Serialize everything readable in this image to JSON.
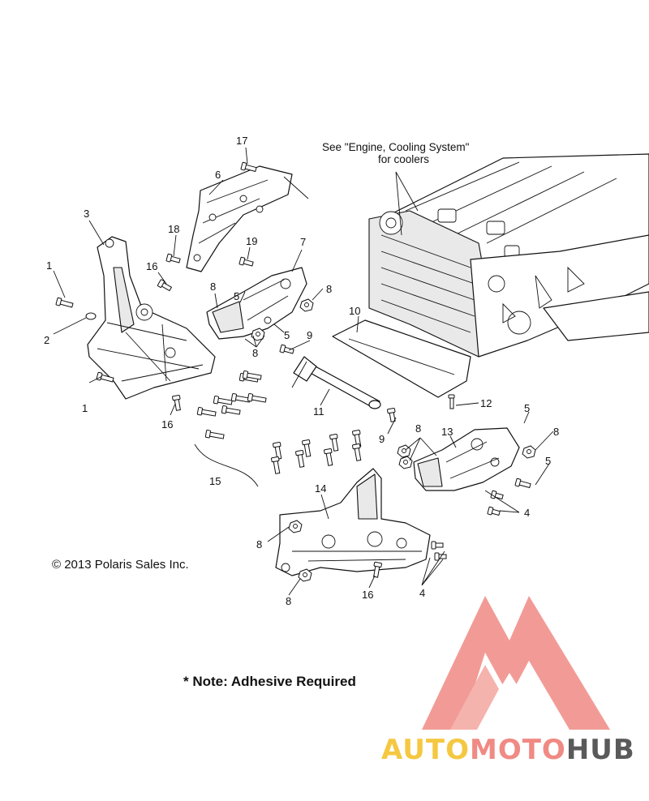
{
  "callouts": {
    "c1a": "1",
    "c1b": "1",
    "c2": "2",
    "c3": "3",
    "c4a": "4",
    "c4b": "4",
    "c5a": "5",
    "c5b": "5",
    "c5c": "5",
    "c5d": "5",
    "c6": "6",
    "c7": "7",
    "c8a": "8",
    "c8b": "8",
    "c8c": "8",
    "c8d": "8",
    "c8e": "8",
    "c8f": "8",
    "c8g": "8",
    "c9a": "9",
    "c9b": "9",
    "c10": "10",
    "c11": "11",
    "c12": "12",
    "c13": "13",
    "c14": "14",
    "c15": "15",
    "c16a": "16",
    "c16b": "16",
    "c16c": "16",
    "c17": "17",
    "c18": "18",
    "c19": "19"
  },
  "reference_note": {
    "line1": "See \"Engine, Cooling System\"",
    "line2": "for coolers"
  },
  "copyright": "© 2013 Polaris Sales Inc.",
  "footnote": "* Note: Adhesive Required",
  "watermark": {
    "part1": "AUTO",
    "part2": "MOTO",
    "part3": "HUB",
    "colors": {
      "logo": "#f08a84",
      "auto": "#f5c842",
      "moto": "#f08a84",
      "hub": "#5a5a5a"
    }
  }
}
